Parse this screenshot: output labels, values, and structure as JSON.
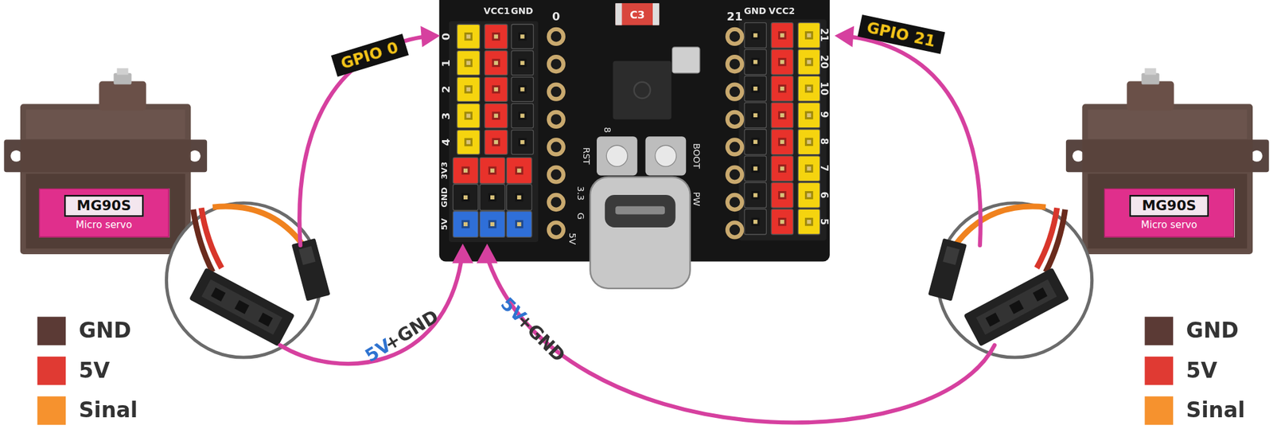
{
  "diagram": {
    "nodes": [
      {
        "text": [
          "MG90S",
          "Micro servo"
        ]
      },
      {
        "text": [
          "GPIO 0"
        ]
      },
      {
        "text": [
          "GPIO 21"
        ]
      },
      {
        "text": [
          "MG90S",
          "Micro servo"
        ]
      }
    ],
    "labels": [
      "VCC1",
      "GND",
      "0",
      "21",
      "GND",
      "VCC2",
      "C3",
      "0",
      "1",
      "2",
      "3",
      "4",
      "21",
      "20",
      "10",
      "9",
      "8",
      "7",
      "6",
      "5",
      "3V3",
      "GND",
      "5V",
      "8",
      "RST",
      "BOOT",
      "3.3",
      "PW",
      "G",
      "5V",
      "5V",
      "+GND",
      "5V",
      "+GND"
    ],
    "legend": [
      {
        "text": "GND",
        "color": "#5b3a35"
      },
      {
        "text": "5V",
        "color": "#e03a33"
      },
      {
        "text": "Sinal",
        "color": "#f6922e"
      },
      {
        "text": "GND",
        "color": "#5b3a35"
      },
      {
        "text": "5V",
        "color": "#e03a33"
      },
      {
        "text": "Sinal",
        "color": "#f6922e"
      }
    ]
  }
}
